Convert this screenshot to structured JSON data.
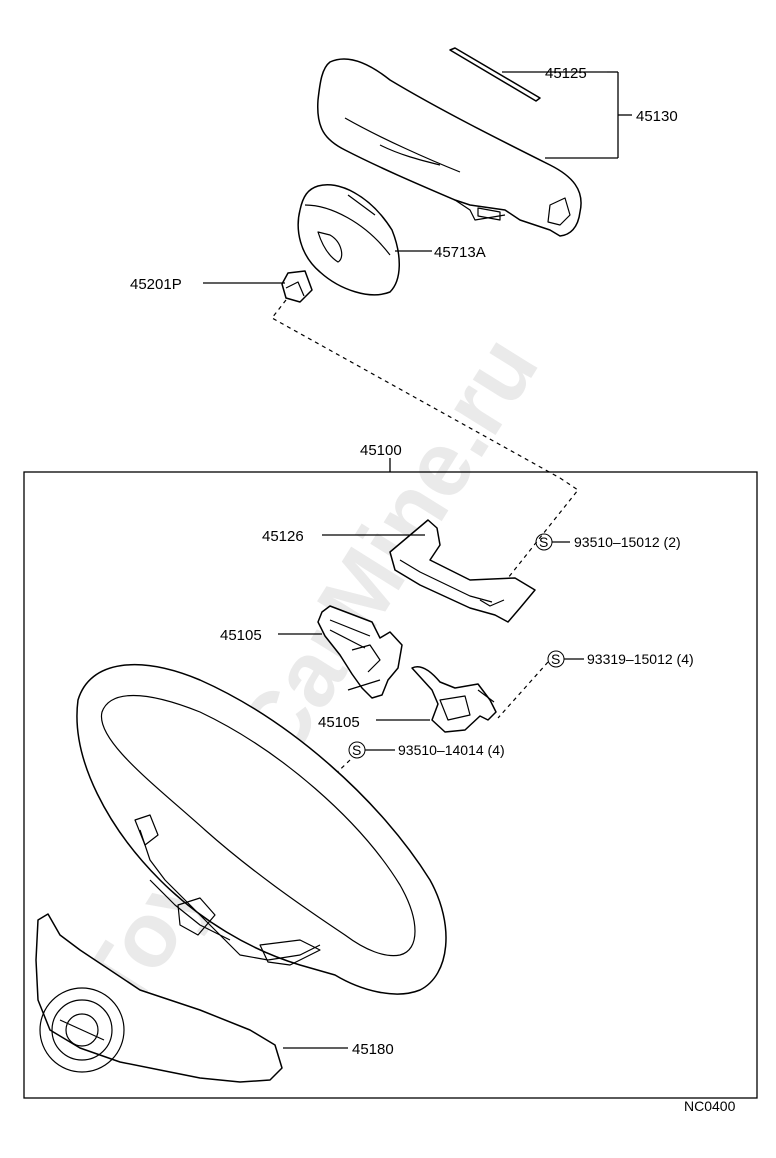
{
  "diagram": {
    "watermark": "ToyotaCarMine.ru",
    "diagram_code": "NC0400",
    "assembly_label": "45100",
    "parts": {
      "p45125": "45125",
      "p45130": "45130",
      "p45713A": "45713A",
      "p45201P": "45201P",
      "p45126": "45126",
      "p45105_upper": "45105",
      "p45105_lower": "45105",
      "p45180": "45180"
    },
    "screws": {
      "s1": {
        "symbol": "S",
        "part": "93510–15012 (2)"
      },
      "s2": {
        "symbol": "S",
        "part": "93319–15012 (4)"
      },
      "s3": {
        "symbol": "S",
        "part": "93510–14014 (4)"
      }
    }
  }
}
